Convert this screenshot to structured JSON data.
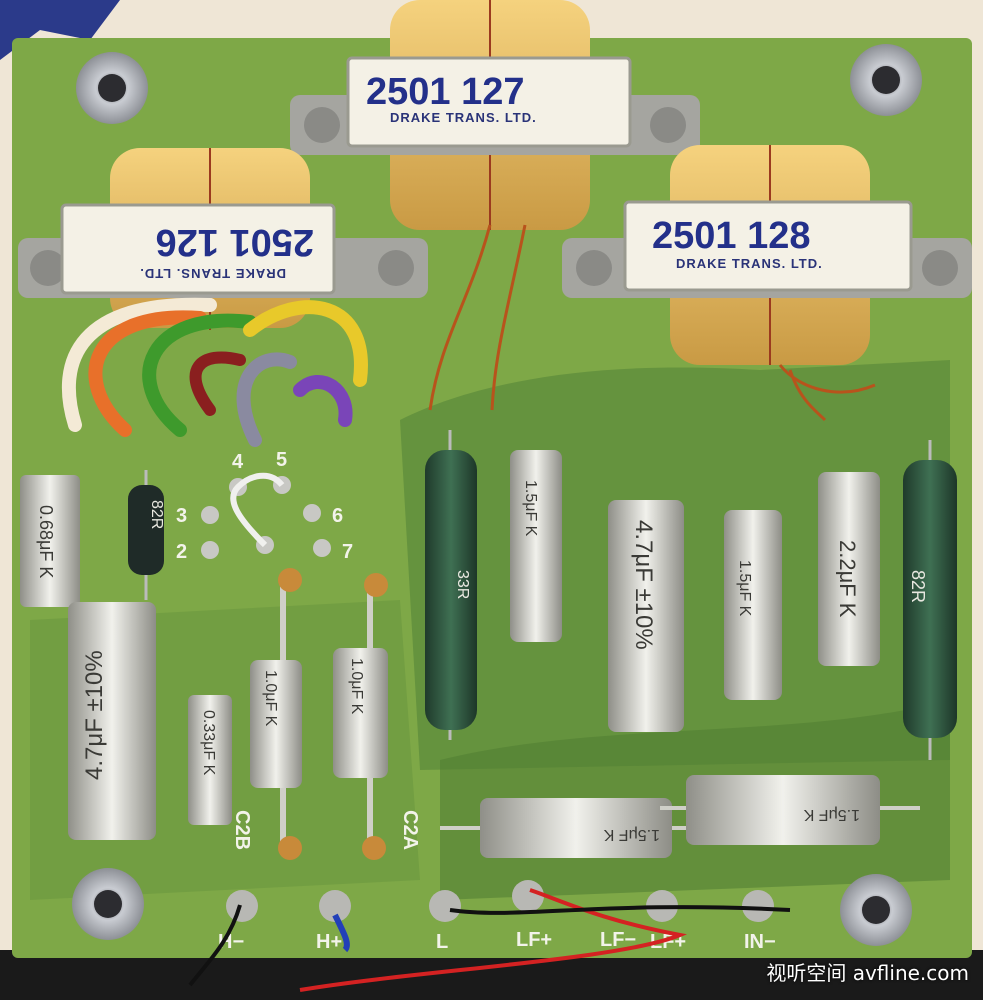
{
  "transformers": [
    {
      "id": "2501 127",
      "maker": "DRAKE TRANS. LTD."
    },
    {
      "id": "2501 126",
      "maker": "DRAKE TRANS. LTD."
    },
    {
      "id": "2501 128",
      "maker": "DRAKE TRANS. LTD."
    }
  ],
  "pins": [
    "2",
    "3",
    "4",
    "5",
    "6",
    "7"
  ],
  "capacitors": [
    "0.68μF K",
    "4.7μF ±10%",
    "0.33μF K",
    "1.0μF K",
    "1.0μF K",
    "1.5μF K",
    "4.7μF ±10%",
    "1.5μF K",
    "2.2μF K",
    "1.5μF K",
    "1.5μF K"
  ],
  "resistors": [
    "82R",
    "33R",
    "82R"
  ],
  "board_labels": [
    "C2B",
    "C2A"
  ],
  "terminals": [
    "H−",
    "H+",
    "L",
    "LF+",
    "LF−",
    "LF+",
    "IN−"
  ],
  "watermark": "视听空间 avfline.com"
}
